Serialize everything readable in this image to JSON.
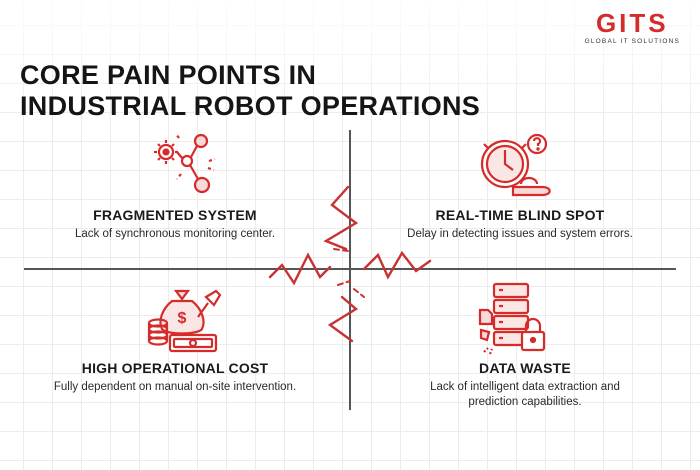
{
  "brand": {
    "logo_text": "GITS",
    "logo_subtitle": "GLOBAL IT SOLUTIONS",
    "accent_color": "#d52b2b"
  },
  "title": {
    "line1": "CORE PAIN POINTS IN",
    "line2": "INDUSTRIAL ROBOT OPERATIONS"
  },
  "quadrants": [
    {
      "heading": "FRAGMENTED SYSTEM",
      "description": "Lack of synchronous monitoring center.",
      "icon": "fragmented-network-gear-icon"
    },
    {
      "heading": "REAL-TIME BLIND SPOT",
      "description": "Delay in detecting issues and system errors.",
      "icon": "clock-alarm-question-icon"
    },
    {
      "heading": "HIGH OPERATIONAL COST",
      "description": "Fully dependent on manual on-site intervention.",
      "icon": "money-bag-coins-wrench-icon"
    },
    {
      "heading": "DATA WASTE",
      "description_line1": "Lack of intelligent data extraction and",
      "description_line2": "prediction capabilities.",
      "icon": "server-lock-broken-file-icon"
    }
  ]
}
